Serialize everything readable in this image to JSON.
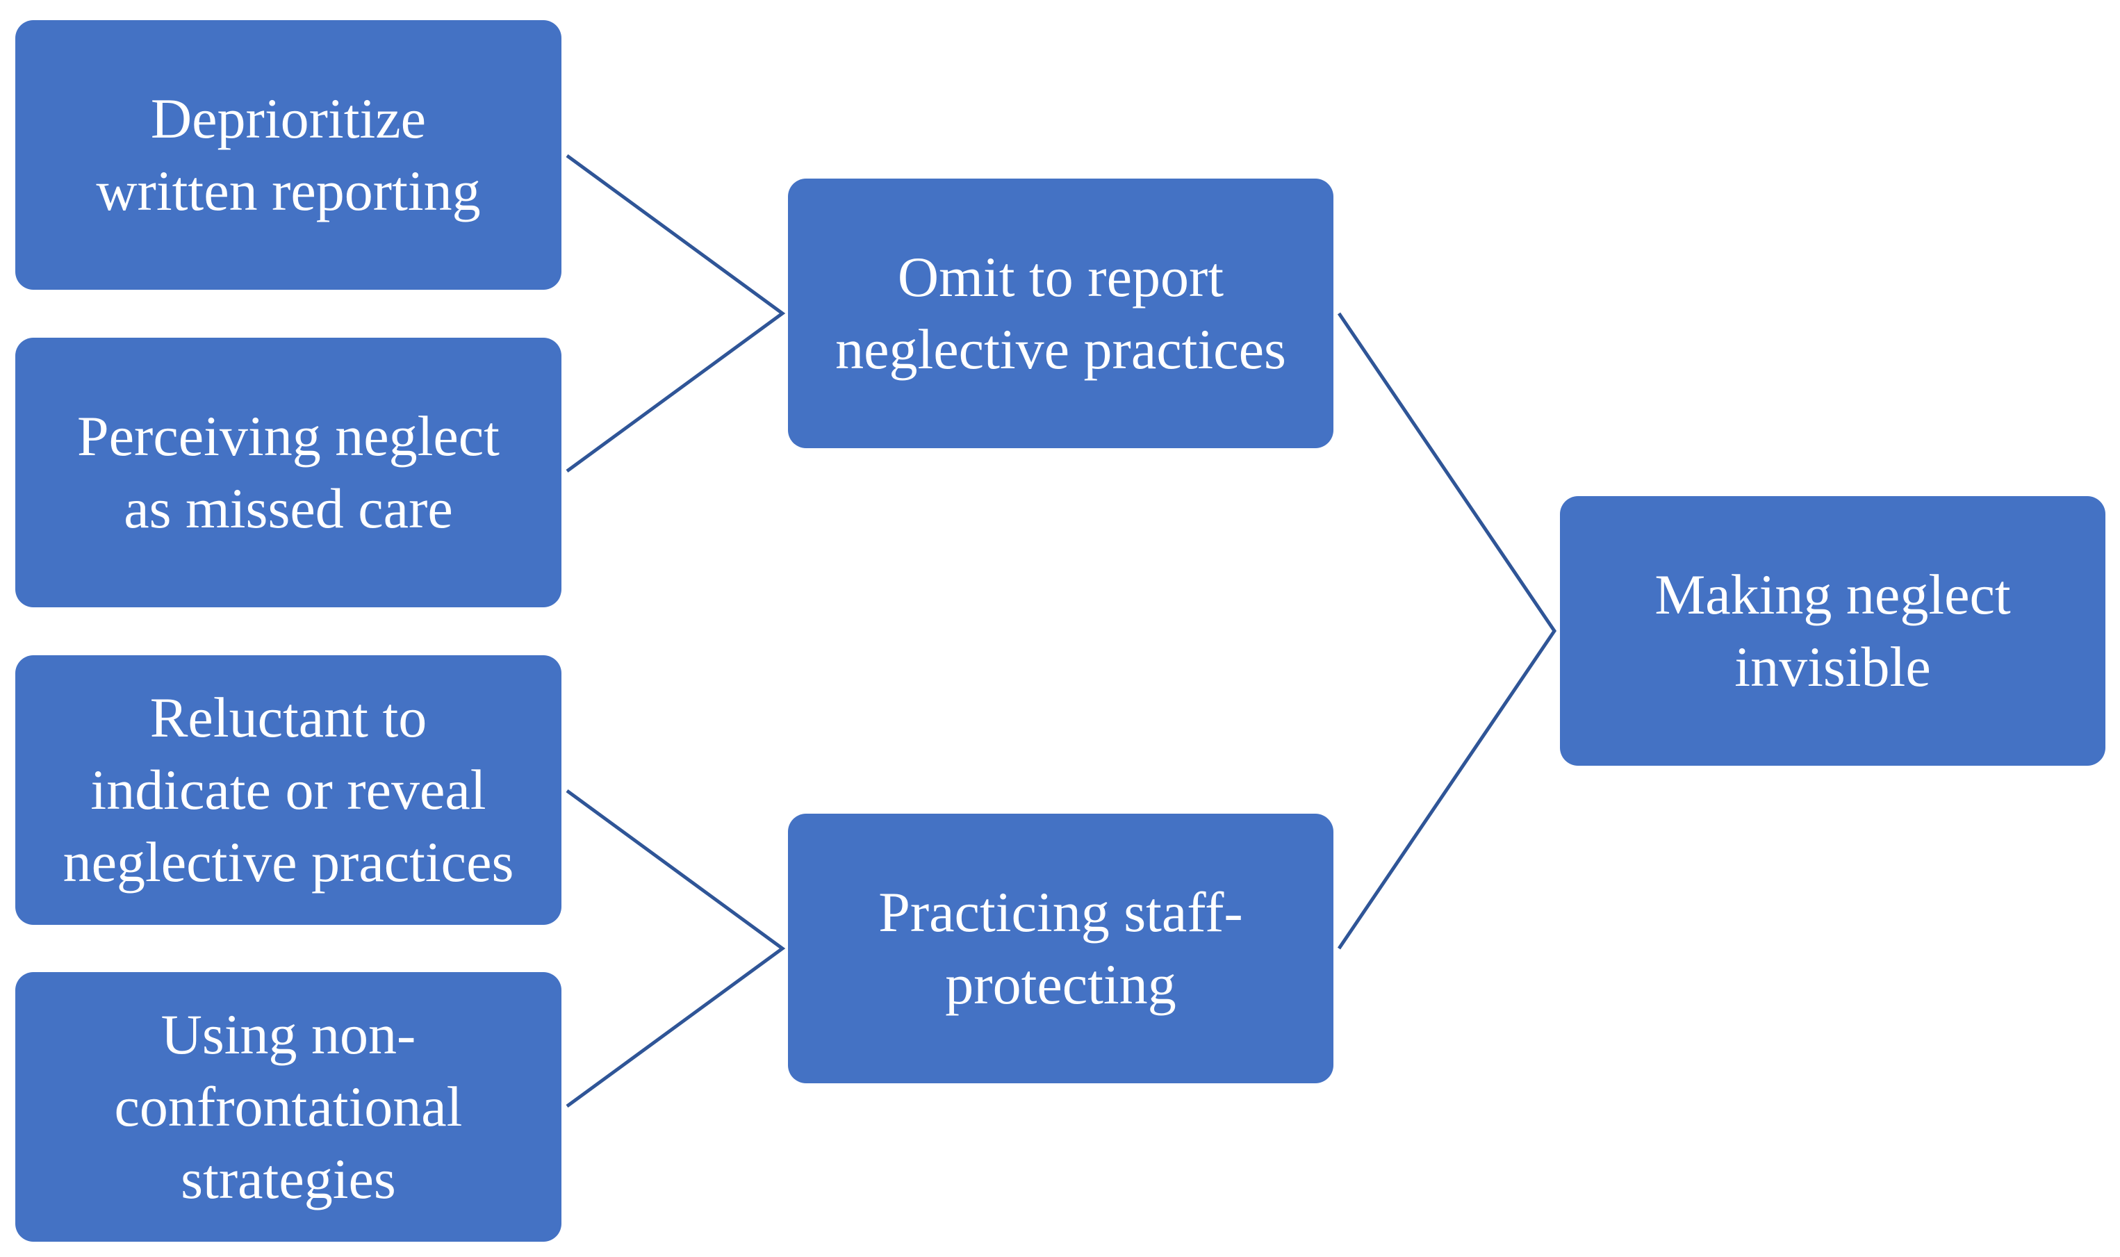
{
  "diagram": {
    "colors": {
      "node_fill": "#4472C4",
      "node_text": "#FFFFFF",
      "connector": "#2F5597",
      "background": "#FFFFFF"
    },
    "nodes": {
      "depriorititze_written_reporting": "Deprioritize\nwritten reporting",
      "perceiving_neglect": "Perceiving neglect\nas missed care",
      "reluctant_to_reveal": "Reluctant to\nindicate or reveal\nneglective practices",
      "non_confrontational": "Using non-\nconfrontational\nstrategies",
      "omit_to_report": "Omit to report\nneglective practices",
      "staff_protecting": "Practicing staff-\nprotecting",
      "making_invisible": "Making neglect\ninvisible"
    },
    "edges": [
      {
        "from": "depriorititze_written_reporting",
        "to": "omit_to_report"
      },
      {
        "from": "perceiving_neglect",
        "to": "omit_to_report"
      },
      {
        "from": "reluctant_to_reveal",
        "to": "staff_protecting"
      },
      {
        "from": "non_confrontational",
        "to": "staff_protecting"
      },
      {
        "from": "omit_to_report",
        "to": "making_invisible"
      },
      {
        "from": "staff_protecting",
        "to": "making_invisible"
      }
    ]
  }
}
